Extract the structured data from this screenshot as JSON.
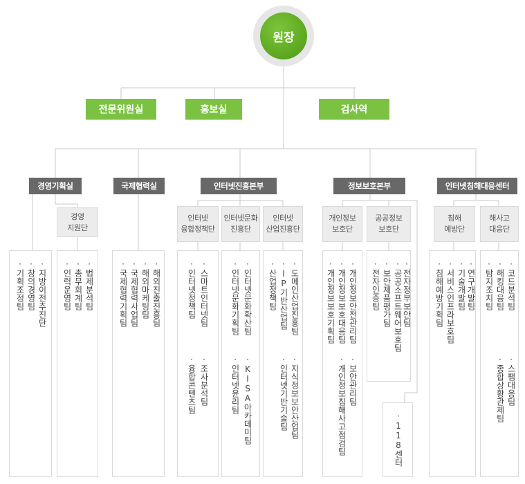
{
  "root": {
    "label": "원장"
  },
  "staff": [
    {
      "label": "전문위원실"
    },
    {
      "label": "홍보실"
    },
    {
      "label": "검사역"
    }
  ],
  "divisions": [
    {
      "title": "경영기획실"
    },
    {
      "title": "국제협력실"
    },
    {
      "title": "인터넷진흥본부"
    },
    {
      "title": "정보보호본부"
    },
    {
      "title": "인터넷침해대응센터"
    }
  ],
  "subunits": [
    {
      "label": "경영\n지원단"
    },
    {
      "label": "인터넷\n융합정책단"
    },
    {
      "label": "인터넷문화\n진흥단"
    },
    {
      "label": "인터넷\n산업진흥단"
    },
    {
      "label": "개인정보\n보호단"
    },
    {
      "label": "공공정보\n보호단"
    },
    {
      "label": "침해\n예방단"
    },
    {
      "label": "해사고\n대응단"
    }
  ],
  "teams": {
    "c1": [
      "기획조정팀",
      "창의경영팀",
      "지방이전추진단"
    ],
    "c2": [
      "인력운영팀",
      "총무회계팀",
      "법제분석팀"
    ],
    "c3": [
      "국제협력기획팀",
      "국제협력사업팀",
      "해외마케팅팀",
      "해외진출진흥팀"
    ],
    "c4": [
      "인터넷정책팀",
      "스마트인터넷팀",
      "융합콘텐츠팀",
      "조사분석팀"
    ],
    "c5": [
      "인터넷문화기획팀",
      "인터넷문화확산팀",
      "인터넷윤리팀",
      "KISA아카데미팀"
    ],
    "c6": [
      "산업정책팀",
      "IP기반산업팀",
      "도메인산업진흥팀",
      "인터넷기반기술팀",
      "지식정보보안산업팀"
    ],
    "c7": [
      "개인정보보호기획팀",
      "개인정보보호대응팀",
      "개인정보안전관리팀",
      "개인정보침해사고점검팀",
      "보안관리팀"
    ],
    "c8": [
      "전자인증팀",
      "보안제품평가팀",
      "공공소프트웨어보호팀",
      "전자정부보안팀"
    ],
    "c9": [
      "118센터"
    ],
    "c10": [
      "침해예방기획팀",
      "서비스인프라보호팀",
      "기술개발팀",
      "연구개발팀"
    ],
    "c11": [
      "탐지조치팀",
      "해킹대응팀",
      "코드분석팀",
      "종합상황관제팀",
      "스팸대응팀"
    ]
  },
  "colors": {
    "green": "#7cc242",
    "root_green": "#5aa61c",
    "dark_gray": "#686868",
    "line": "#c8c8c8"
  }
}
